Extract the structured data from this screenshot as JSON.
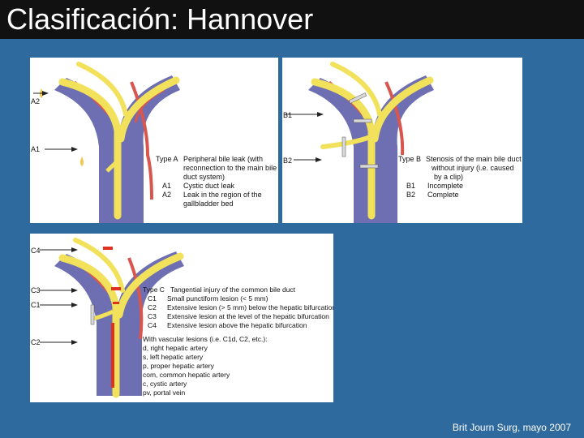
{
  "title": "Clasificación: Hannover",
  "citation": "Brit Journ Surg, mayo 2007",
  "panel_a": {
    "markers": [
      "A2",
      "A1"
    ],
    "type": "Type A",
    "type_desc": [
      "Peripheral bile leak (with",
      "reconnection to the main bile",
      "duct system)"
    ],
    "items": [
      {
        "code": "A1",
        "text": [
          "Cystic duct leak"
        ]
      },
      {
        "code": "A2",
        "text": [
          "Leak in the region of the",
          "gallbladder bed"
        ]
      }
    ]
  },
  "panel_b": {
    "markers": [
      "B1",
      "B2"
    ],
    "type": "Type B",
    "type_desc": [
      "Stenosis of the main bile duct",
      "without injury (i.e. caused",
      "by a clip)"
    ],
    "items": [
      {
        "code": "B1",
        "text": [
          "Incomplete"
        ]
      },
      {
        "code": "B2",
        "text": [
          "Complete"
        ]
      }
    ]
  },
  "panel_c": {
    "markers": [
      "C4",
      "C3",
      "C1",
      "C2"
    ],
    "type": "Type C",
    "type_desc": "Tangential injury of the common bile duct",
    "items": [
      {
        "code": "C1",
        "text": "Small punctiform lesion (< 5 mm)"
      },
      {
        "code": "C2",
        "text": "Extensive lesion (> 5 mm) below the hepatic bifurcation"
      },
      {
        "code": "C3",
        "text": "Extensive lesion at the level of the hepatic bifurcation"
      },
      {
        "code": "C4",
        "text": "Extensive lesion above the hepatic bifurcation"
      }
    ],
    "vascular_heading": "With vascular lesions (i.e. C1d, C2, etc.):",
    "vascular_items": [
      "d, right hepatic artery",
      "s, left hepatic artery",
      "p, proper hepatic artery",
      "com, common hepatic artery",
      "c, cystic artery",
      "pv, portal vein"
    ]
  },
  "colors": {
    "background": "#2f6a9f",
    "title_bar": "#111111",
    "portal_vein": "#6e6fb3",
    "bile_duct": "#f2e15a",
    "artery": "#d9564e",
    "lesion": "#e03020"
  }
}
